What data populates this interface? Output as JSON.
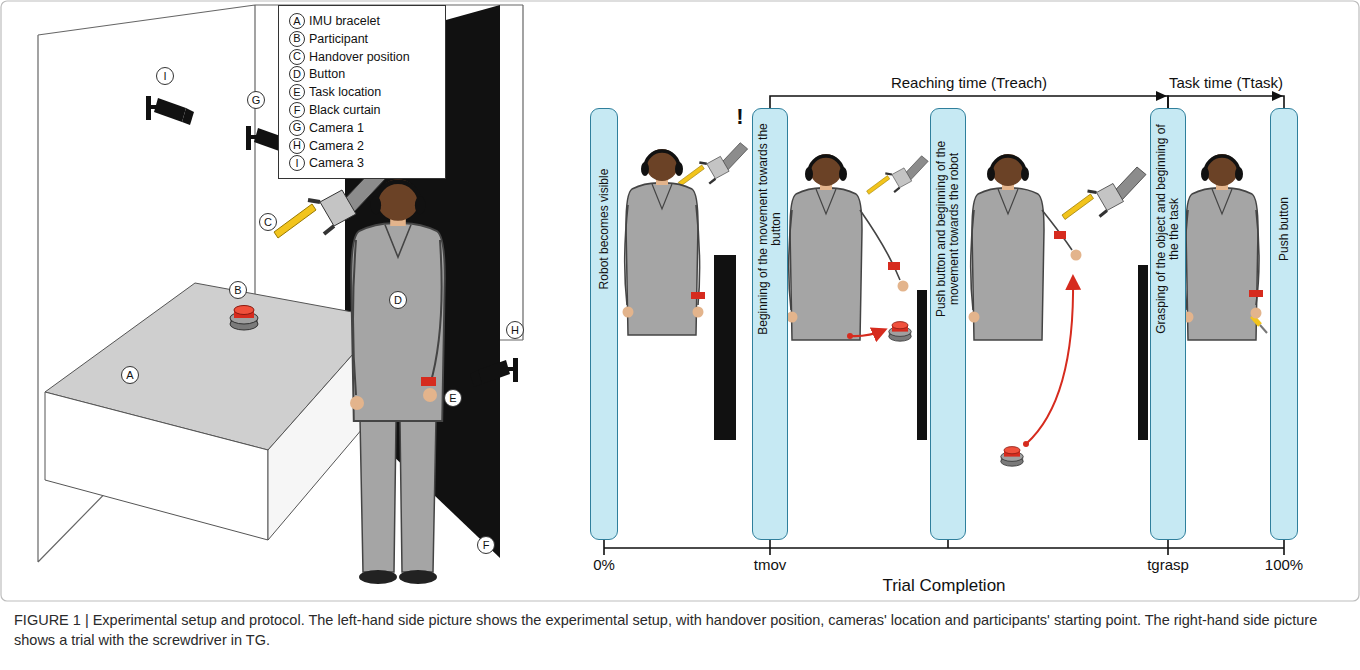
{
  "diagram": {
    "caption": "FIGURE 1 | Experimental setup and protocol. The left-hand side picture shows the experimental setup, with handover position, cameras' location and participants' starting point. The right-hand side picture shows a trial with the screwdriver in TG.",
    "nodes": [
      {
        "text": [
          "IMU bracelet",
          "Participant",
          "Handover position",
          "Button",
          "Task location",
          "Black curtain",
          "Camera 1",
          "Camera 2",
          "Camera 3"
        ]
      },
      {
        "text": [
          "A"
        ],
        "in": 0
      },
      {
        "text": [
          "B"
        ],
        "in": 0
      },
      {
        "text": [
          "C"
        ],
        "in": 0
      },
      {
        "text": [
          "D"
        ],
        "in": 0
      },
      {
        "text": [
          "E"
        ],
        "in": 0
      },
      {
        "text": [
          "F"
        ],
        "in": 0
      },
      {
        "text": [
          "G"
        ],
        "in": 0
      },
      {
        "text": [
          "H"
        ],
        "in": 0
      },
      {
        "text": [
          "I"
        ],
        "in": 0
      },
      {
        "text": [
          "I"
        ]
      },
      {
        "text": [
          "G"
        ]
      },
      {
        "text": [
          "C"
        ]
      },
      {
        "text": [
          "B"
        ]
      },
      {
        "text": [
          "H"
        ]
      },
      {
        "text": [
          "A"
        ]
      },
      {
        "text": [
          "D"
        ]
      },
      {
        "text": [
          "E"
        ]
      },
      {
        "text": [
          "F"
        ]
      },
      {
        "text": [
          "Robot becomes visible"
        ]
      },
      {
        "text": [
          "Beginning of the movement towards the button"
        ]
      },
      {
        "text": [
          "Push button and beginning of the movement towards the robot"
        ]
      },
      {
        "text": [
          "Grasping of the object and beginning of the the task"
        ]
      },
      {
        "text": [
          "Push button"
        ]
      }
    ],
    "edges": [
      {
        "from": 20,
        "to": 22,
        "arrow": "to",
        "label": "Reaching time (Treach)"
      },
      {
        "from": 22,
        "to": 23,
        "arrow": "to",
        "label": "Task time (Ttask)"
      }
    ],
    "labels": [
      "!",
      "0%",
      "tmov",
      "tgrasp",
      "100%",
      "Trial Completion"
    ]
  }
}
